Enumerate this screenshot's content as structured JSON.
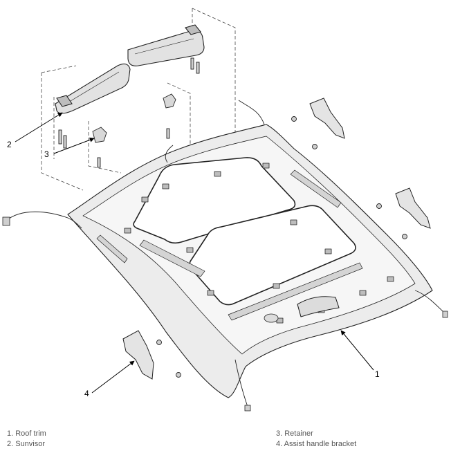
{
  "callouts": {
    "c1": "1",
    "c2": "2",
    "c3": "3",
    "c4": "4"
  },
  "legend": {
    "item1": "1. Roof trim",
    "item2": "2. Sunvisor",
    "item3": "3. Retainer",
    "item4": "4. Assist handle bracket"
  }
}
